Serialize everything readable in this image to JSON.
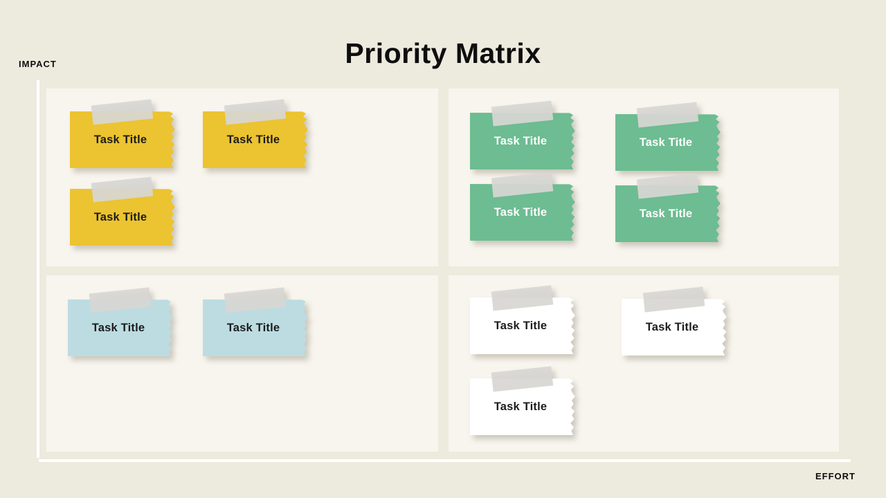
{
  "title": "Priority Matrix",
  "axes": {
    "y_label": "IMPACT",
    "x_label": "EFFORT"
  },
  "colors": {
    "background": "#EDEADE",
    "panel": "#F8F5EE",
    "note-yellow": "#ECC330",
    "note-green": "#6DBC92",
    "note-blue": "#BCDCE2",
    "note-white": "#FFFFFF",
    "tape": "#D7D6D3",
    "text-dark": "#1C1C1C",
    "text-light": "#FDFEFD",
    "axis": "#FFFFFF",
    "title-text": "#0E0E0E"
  },
  "quadrants": [
    {
      "name": "high-impact-low-effort",
      "note_color": "yellow",
      "notes": [
        {
          "label": "Task Title"
        },
        {
          "label": "Task Title"
        },
        {
          "label": "Task Title"
        }
      ]
    },
    {
      "name": "high-impact-high-effort",
      "note_color": "green",
      "notes": [
        {
          "label": "Task Title"
        },
        {
          "label": "Task Title"
        },
        {
          "label": "Task Title"
        },
        {
          "label": "Task Title"
        }
      ]
    },
    {
      "name": "low-impact-low-effort",
      "note_color": "blue",
      "notes": [
        {
          "label": "Task Title"
        },
        {
          "label": "Task Title"
        }
      ]
    },
    {
      "name": "low-impact-high-effort",
      "note_color": "white",
      "notes": [
        {
          "label": "Task Title"
        },
        {
          "label": "Task Title"
        },
        {
          "label": "Task Title"
        }
      ]
    }
  ]
}
